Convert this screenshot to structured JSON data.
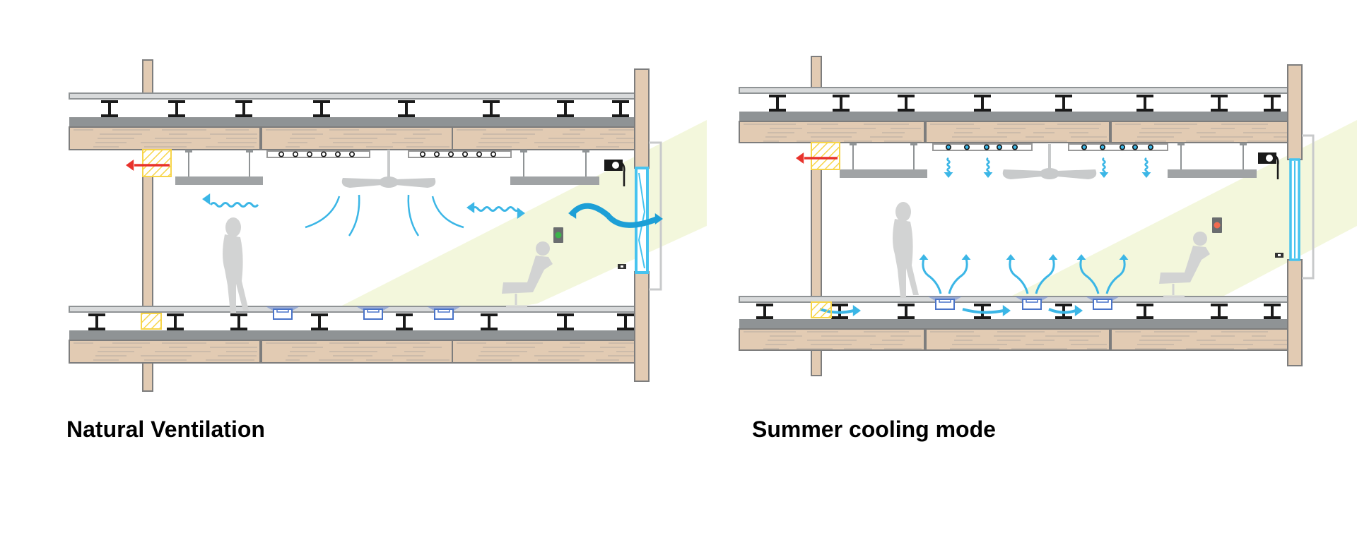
{
  "diagrams": [
    {
      "id": "natural-ventilation",
      "caption": "Natural Ventilation",
      "mode": "natural ventilation",
      "window_state": "open",
      "status_indicator": {
        "label": "indicator light",
        "color": "#3cb44a",
        "state": "green"
      },
      "airflow": [
        "outdoor air enters through open window",
        "ceiling fan circulates air downward",
        "exhaust via corridor transfer grille"
      ],
      "components": [
        "steel I-beams",
        "timber floor slab",
        "suspended light fixtures",
        "ceiling fan",
        "linear diffusers",
        "roller blind",
        "floor diffusers",
        "exhaust grille",
        "operable window",
        "standing person",
        "seated person",
        "sun patch"
      ]
    },
    {
      "id": "summer-cooling",
      "caption": "Summer cooling mode",
      "mode": "summer cooling",
      "window_state": "closed",
      "status_indicator": {
        "label": "indicator light",
        "color": "#f26b4f",
        "state": "red"
      },
      "airflow": [
        "chilled air drops from ceiling beams",
        "underfloor supply rises through floor diffusers",
        "exhaust via corridor transfer grille"
      ],
      "components": [
        "steel I-beams",
        "timber floor slab",
        "suspended light fixtures",
        "ceiling fan",
        "chilled beams",
        "roller blind",
        "floor diffusers",
        "exhaust grille",
        "closed window",
        "standing person",
        "seated person",
        "sun patch"
      ]
    }
  ],
  "colors": {
    "timber": "#e2cbb3",
    "timber_dark": "#c9a98a",
    "steel": "#8f9395",
    "beam": "#1a1a1a",
    "air": "#3bb6e6",
    "air_dark": "#1d9fd6",
    "exhaust_arrow": "#e8322c",
    "grille": "#f7d54a",
    "diffuser": "#4a74c9",
    "sun": "#f3f7dc",
    "person": "#d2d3d3",
    "glass": "#46c3ef",
    "green_light": "#3cb44a",
    "red_light": "#f26b4f"
  }
}
